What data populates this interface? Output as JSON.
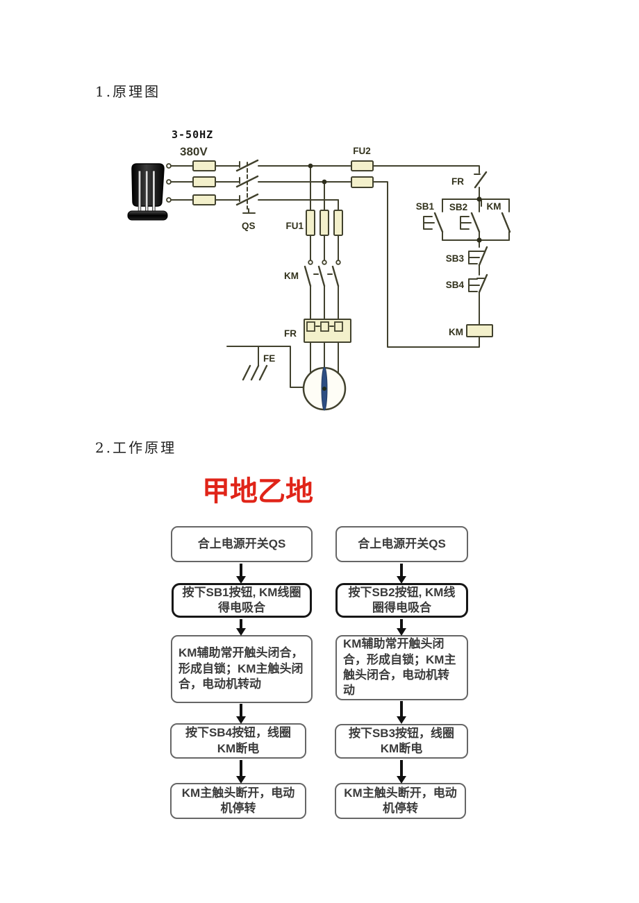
{
  "document": {
    "section1_heading": "1.原理图",
    "section2_heading": "2.工作原理"
  },
  "circuit": {
    "labels": {
      "frequency": "3-50HZ",
      "voltage": "380V",
      "switch_qs": "QS",
      "fuse_main": "FU1",
      "fuse_control": "FU2",
      "contactor_main": "KM",
      "thermal_relay_main": "FR",
      "earth": "FE",
      "thermal_relay_contact": "FR",
      "button_sb1": "SB1",
      "button_sb2": "SB2",
      "contactor_aux": "KM",
      "button_sb3": "SB3",
      "button_sb4": "SB4",
      "contactor_coil": "KM"
    },
    "colors": {
      "wire": "#41412d",
      "component_fill": "#f3f0cb",
      "motor_blade": "#2d4e82"
    }
  },
  "working_principle": {
    "title": "甲地乙地",
    "title_color": "#e02418",
    "columns": [
      {
        "steps": [
          "合上电源开关QS",
          "按下SB1按钮, KM线圈得电吸合",
          "KM辅助常开触头闭合，形成自锁；KM主触头闭合，电动机转动",
          "按下SB4按钮，线圈KM断电",
          "KM主触头断开，电动机停转"
        ]
      },
      {
        "steps": [
          "合上电源开关QS",
          "按下SB2按钮, KM线圈得电吸合",
          "KM辅助常开触头闭合，形成自锁；KM主触头闭合，电动机转动",
          "按下SB3按钮，线圈KM断电",
          "KM主触头断开，电动机停转"
        ]
      }
    ]
  }
}
